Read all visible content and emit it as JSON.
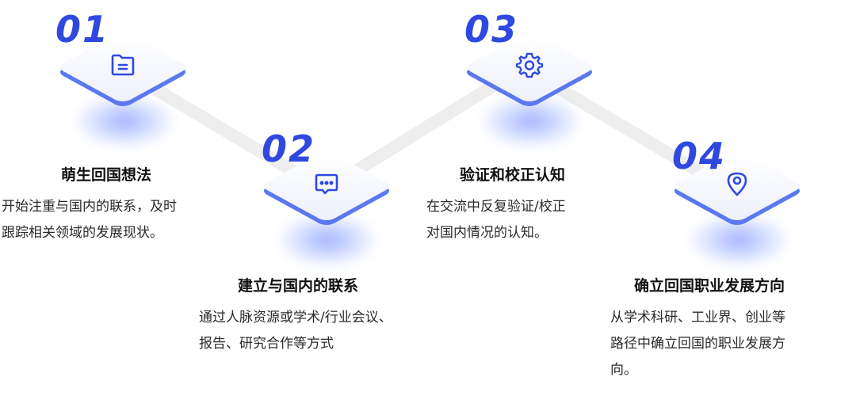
{
  "accent_color": "#2f49e0",
  "steps": [
    {
      "number": "01",
      "icon": "folder-document-icon",
      "title": "萌生回国想法",
      "desc_lines": [
        "开始注重与国内的联系，及时",
        "跟踪相关领域的发展现状。"
      ]
    },
    {
      "number": "02",
      "icon": "message-dots-icon",
      "title": "建立与国内的联系",
      "desc_lines": [
        "通过人脉资源或学术/行业会议、",
        "报告、研究合作等方式"
      ]
    },
    {
      "number": "03",
      "icon": "gear-icon",
      "title": "验证和校正认知",
      "desc_lines": [
        "在交流中反复验证/校正",
        "对国内情况的认知。"
      ]
    },
    {
      "number": "04",
      "icon": "location-pin-icon",
      "title": "确立回国职业发展方向",
      "desc_lines": [
        "从学术科研、工业界、创业等",
        "路径中确立回国的职业发展方",
        "向。"
      ]
    }
  ]
}
